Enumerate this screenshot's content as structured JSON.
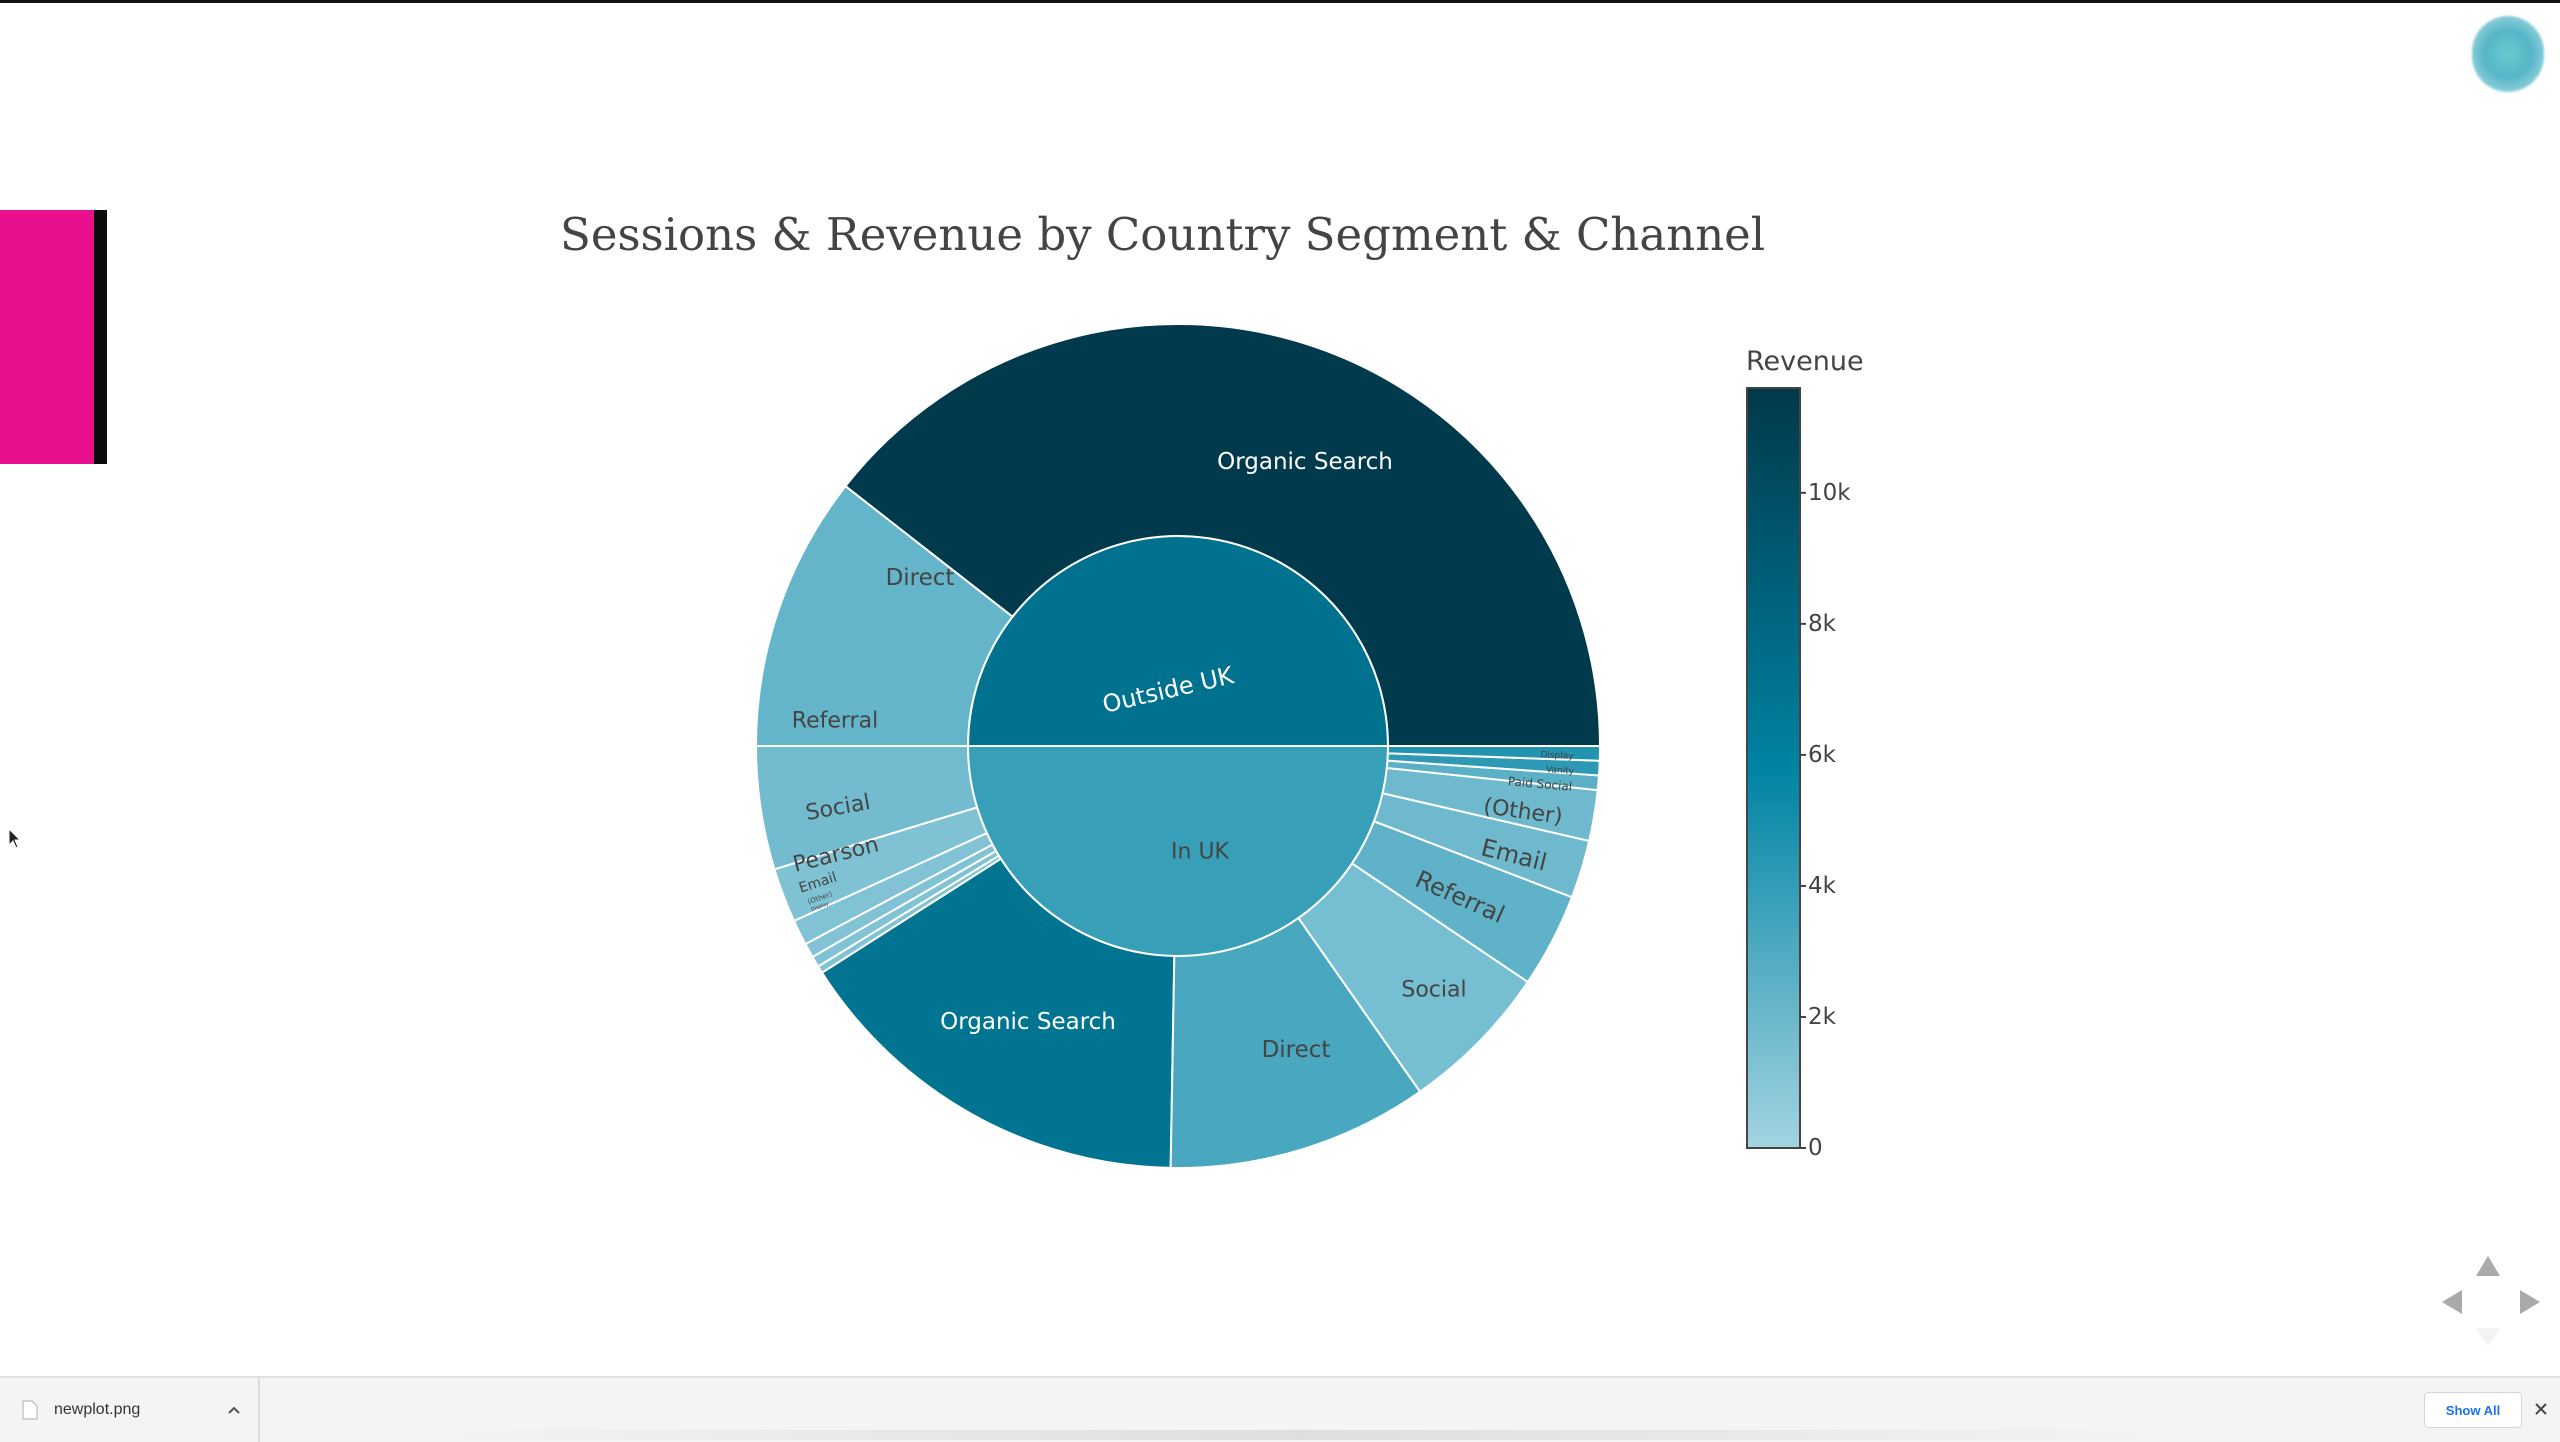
{
  "window": {
    "avatar_icon": "avatar-icon",
    "accent_color": "#e8108c"
  },
  "chart_data": {
    "type": "sunburst",
    "title": "Sessions & Revenue by Country Segment & Channel",
    "colorbar": {
      "title": "Revenue",
      "ticks": [
        "0",
        "2k",
        "4k",
        "6k",
        "8k",
        "10k"
      ],
      "tick_values": [
        0,
        2000,
        4000,
        6000,
        8000,
        10000
      ],
      "range": [
        0,
        11600
      ],
      "colors": [
        "#a3d4e2",
        "#0083a3",
        "#00394a"
      ]
    },
    "segments": [
      {
        "name": "Outside UK",
        "revenue": 7100,
        "children": [
          {
            "name": "Organic Search",
            "revenue": 11500
          },
          {
            "name": "Direct",
            "revenue": 2200
          },
          {
            "name": "Referral",
            "revenue": 1700
          },
          {
            "name": "Social",
            "revenue": 1300
          },
          {
            "name": "Pearson",
            "revenue": 1200
          },
          {
            "name": "Email",
            "revenue": 1200
          },
          {
            "name": "(Other)",
            "revenue": 1200
          },
          {
            "name": "Display",
            "revenue": 1200
          }
        ]
      },
      {
        "name": "In UK",
        "revenue": 3800,
        "children": [
          {
            "name": "Organic Search",
            "revenue": 7000
          },
          {
            "name": "Direct",
            "revenue": 3200
          },
          {
            "name": "Social",
            "revenue": 1600
          },
          {
            "name": "Referral",
            "revenue": 2400
          },
          {
            "name": "Email",
            "revenue": 1900
          },
          {
            "name": "(Other)",
            "revenue": 1900
          },
          {
            "name": "Paid Social",
            "revenue": 2600
          },
          {
            "name": "Vanity",
            "revenue": 4200
          },
          {
            "name": "Display",
            "revenue": 4600
          }
        ]
      }
    ]
  },
  "nav": {
    "up_icon": "arrow-up-icon",
    "left_icon": "arrow-left-icon",
    "right_icon": "arrow-right-icon",
    "down_icon": "arrow-down-icon"
  },
  "downloads": {
    "file_name": "newplot.png",
    "show_all": "Show All"
  }
}
